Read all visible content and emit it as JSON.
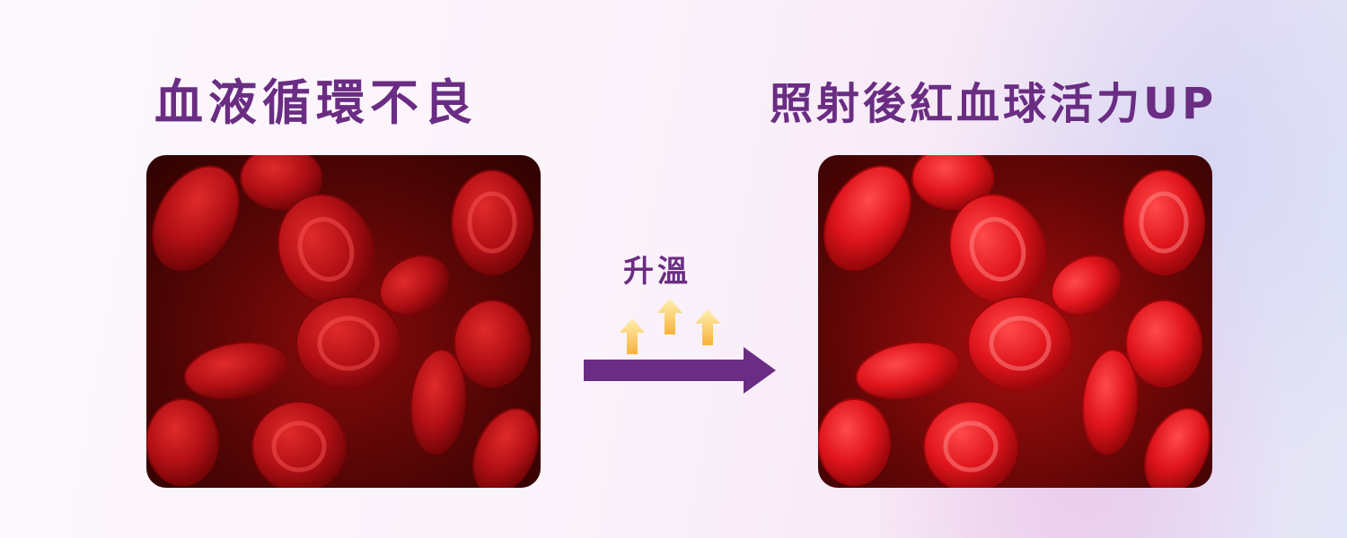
{
  "left_panel": {
    "title": "血液循環不良"
  },
  "right_panel": {
    "title": "照射後紅血球活力UP"
  },
  "transition": {
    "label": "升溫",
    "heat_arrows_count": 3
  },
  "colors": {
    "title_purple": "#6a2d83",
    "arrow_purple": "#6a2d83",
    "heat_arrow_orange": "#f7b23b",
    "cell_red_dull": "#b31015",
    "cell_red_bright": "#e0151c"
  },
  "icons": [
    "blood-cells-image",
    "heat-up-arrow-icon",
    "right-arrow-icon"
  ]
}
